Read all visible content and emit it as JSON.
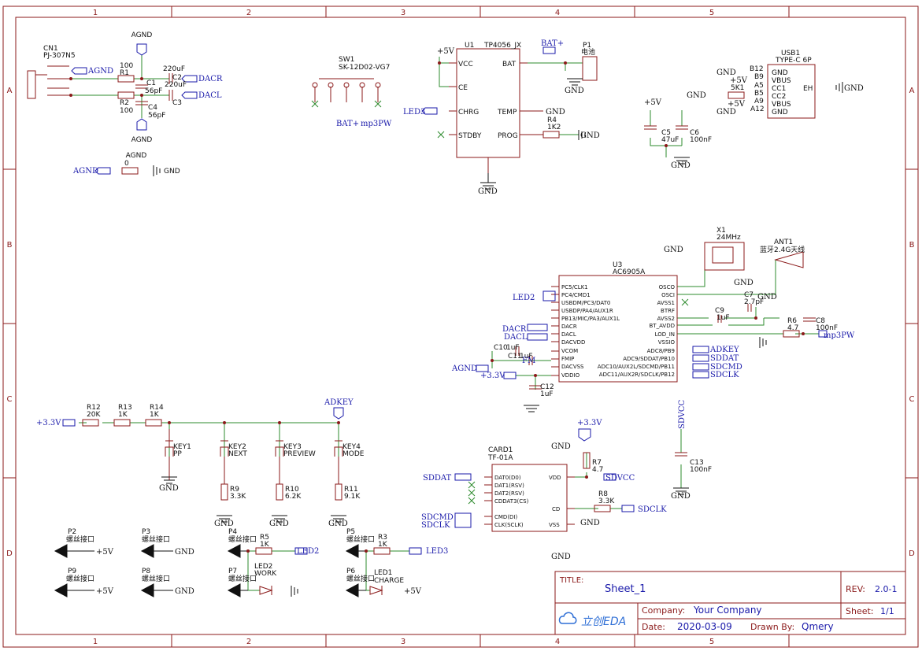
{
  "frame": {
    "cols": [
      "1",
      "2",
      "3",
      "4",
      "5"
    ],
    "rows": [
      "A",
      "B",
      "C",
      "D"
    ]
  },
  "title_block": {
    "title_label": "TITLE:",
    "title": "Sheet_1",
    "rev_label": "REV:",
    "rev": "2.0-1",
    "company_label": "Company:",
    "company": "Your Company",
    "sheet_label": "Sheet:",
    "sheet": "1/1",
    "date_label": "Date:",
    "date": "2020-03-09",
    "drawn_label": "Drawn By:",
    "drawn_by": "Qmery",
    "logo": "立创EDA"
  },
  "texts": {
    "cn1": "CN1",
    "cn1v": "PJ-307N5",
    "r1": "R1",
    "r1v": "100",
    "r2": "R2",
    "r2v": "100",
    "c1": "C1",
    "c1v": "56pF",
    "c4": "C4",
    "c4v": "56pF",
    "c2": "C2",
    "c2v": "220uF",
    "c3": "C3",
    "c3v": "220uF",
    "agnd": "AGND",
    "dacr": "DACR",
    "dacl": "DACL",
    "gnd": "GND",
    "r0v": "0",
    "sw1": "SW1",
    "sw1v": "SK-12D02-VG7",
    "batp": "BAT+",
    "mp3pw": "mp3PW",
    "u1": "U1",
    "u1v": "TP4056_JX",
    "vcc5": "+5V",
    "vcc": "VCC",
    "ce": "CE",
    "chrg": "CHRG",
    "stdby": "STDBY",
    "bat": "BAT",
    "temp": "TEMP",
    "prog": "PROG",
    "led3": "LED3",
    "r4": "R4",
    "r4v": "1K2",
    "p1": "P1",
    "p1v": "电池",
    "usb1": "USB1",
    "usb1v": "TYPE-C 6P",
    "b12": "B12",
    "b9": "B9",
    "a5": "A5",
    "b5": "B5",
    "a9": "A9",
    "a12": "A12",
    "vbus": "VBUS",
    "cc1": "CC1",
    "cc2": "CC2",
    "eh": "EH",
    "k5": "5K1",
    "c5": "C5",
    "c5v": "47uF",
    "c6": "C6",
    "c6v": "100nF",
    "x1": "X1",
    "x1v": "24MHz",
    "ant1": "ANT1",
    "ant1v": "蓝牙2.4G天线",
    "u3": "U3",
    "u3v": "AC6905A",
    "pc5": "PC5/CLK1",
    "pc4": "PC4/CMD1",
    "usbdm": "USBDM/PC3/DAT0",
    "usbdp": "USBDP/PA4/AUX1R",
    "pb13": "PB13/MIC/PA3/AUX1L",
    "dacrp": "DACR",
    "daclp": "DACL",
    "dacvdd": "DACVDD",
    "vcom": "VCOM",
    "fmip": "FMIP",
    "dacvss": "DACVSS",
    "vddio": "VDDIO",
    "osco": "OSCO",
    "osci": "OSCI",
    "avss1": "AVSS1",
    "btrf": "BTRF",
    "avss2": "AVSS2",
    "btavdd": "BT_AVDD",
    "lodin": "LOD_IN",
    "vssio": "VSSIO",
    "adc8": "ADC8/PB9",
    "adc9": "ADC9/SDDAT/PB10",
    "adc10": "ADC10/AUX2L/SDCMD/PB11",
    "adc11": "ADC11/AUX2R/SDCLK/PB12",
    "led2": "LED2",
    "fm": "FM",
    "v33": "+3.3V",
    "c7": "C7",
    "c7v": "2.7pF",
    "c9": "C9",
    "c9v": "1uF",
    "c8": "C8",
    "c8v": "100nF",
    "r6": "R6",
    "r6v": "4.7",
    "c10": "C10",
    "c10v": "1uF",
    "c11": "C11",
    "c11v": "1uF",
    "c12": "C12",
    "c12v": "1uF",
    "adkey": "ADKEY",
    "sddat": "SDDAT",
    "sdcmd": "SDCMD",
    "sdclk": "SDCLK",
    "r12": "R12",
    "r12v": "20K",
    "r13": "R13",
    "r13v": "1K",
    "r14": "R14",
    "r14v": "1K",
    "key1": "KEY1",
    "key1v": "PP",
    "key2": "KEY2",
    "key2v": "NEXT",
    "key3": "KEY3",
    "key3v": "PREVIEW",
    "key4": "KEY4",
    "key4v": "MODE",
    "r9": "R9",
    "r9v": "3.3K",
    "r10": "R10",
    "r10v": "6.2K",
    "r11": "R11",
    "r11v": "9.1K",
    "card1": "CARD1",
    "card1v": "TF-01A",
    "dat0": "DAT0(D0)",
    "dat1": "DAT1(RSV)",
    "dat2": "DAT2(RSV)",
    "cddat3": "CDDAT3(CS)",
    "cmd": "CMD(DI)",
    "clk": "CLK(SCLK)",
    "vdd": "VDD",
    "cd": "CD",
    "vss": "VSS",
    "sdvcc": "SDVCC",
    "r7": "R7",
    "r7v": "4.7",
    "r8": "R8",
    "r8v": "3.3K",
    "c13": "C13",
    "c13v": "100nF",
    "p2": "P2",
    "p3": "P3",
    "p4": "P4",
    "p5": "P5",
    "p6": "P6",
    "p7": "P7",
    "p8": "P8",
    "p9": "P9",
    "screw": "螺丝接口",
    "r5": "R5",
    "r5v": "1K",
    "r3": "R3",
    "r3v": "1K",
    "led2d": "LED2",
    "work": "WORK",
    "led1": "LED1",
    "charge": "CHARGE"
  }
}
